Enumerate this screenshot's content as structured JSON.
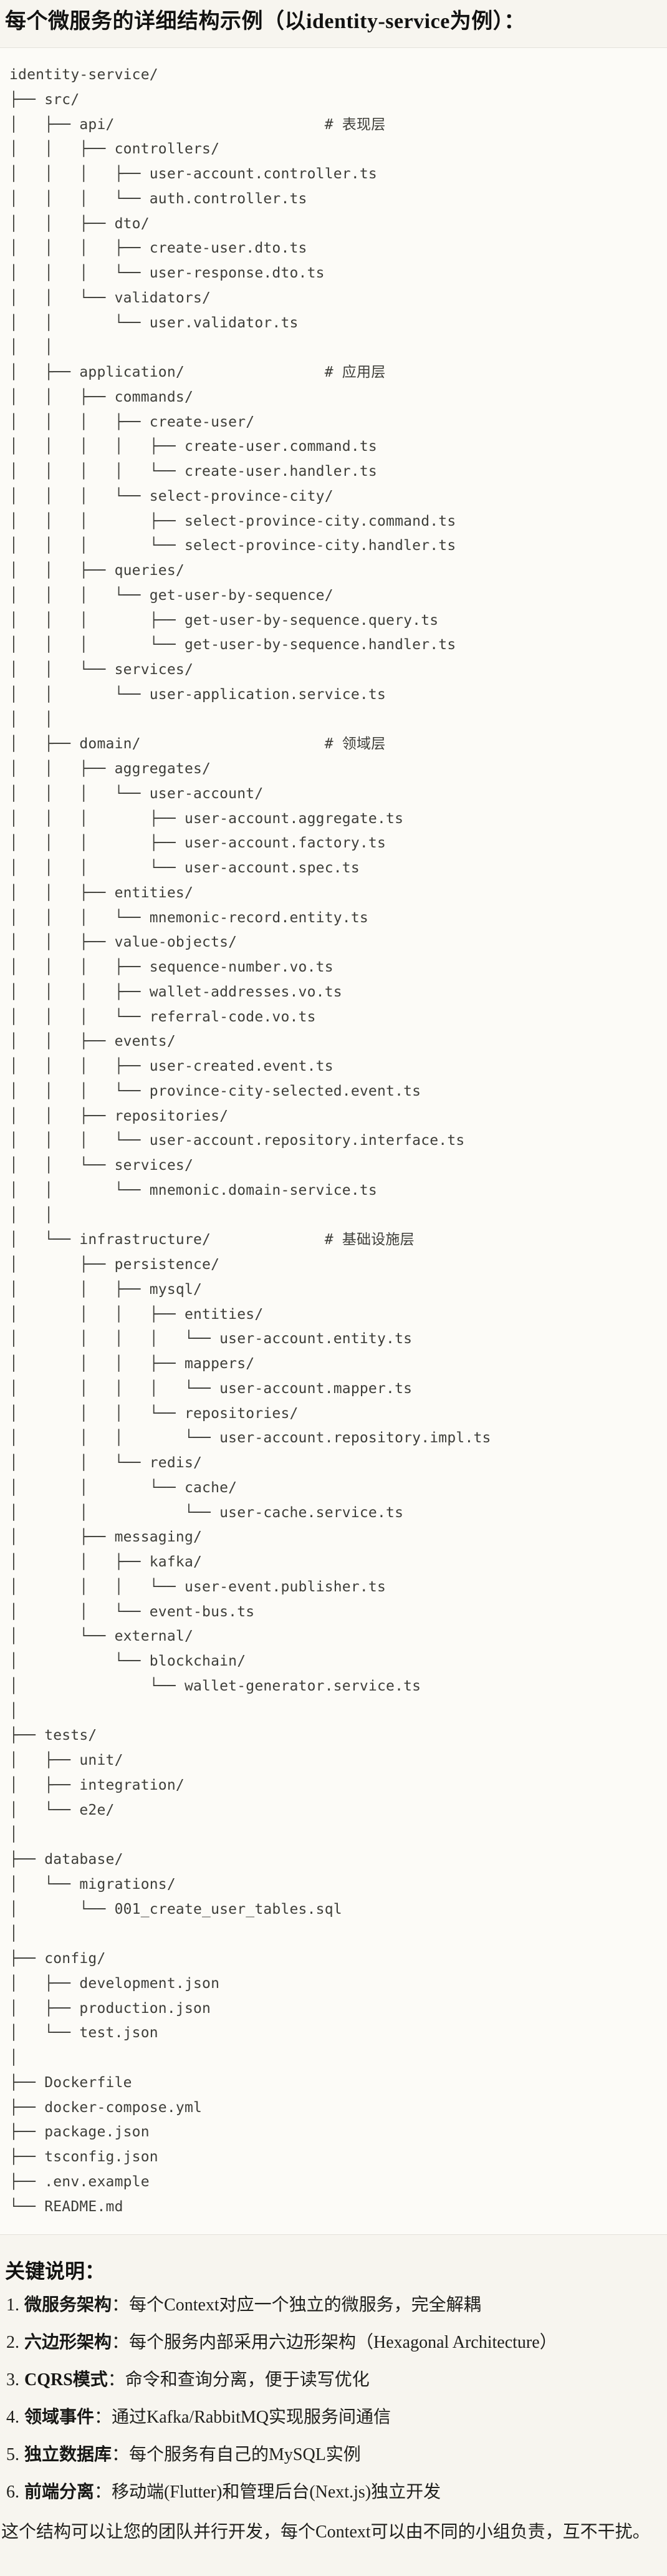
{
  "page": {
    "title": "每个微服务的详细结构示例（以identity-service为例）：",
    "background_color": "#f7f5ef",
    "code_background_color": "#fcfbf7",
    "divider_color": "#e4e2db",
    "code_text_color": "#3e3e39",
    "heading_text_color": "#121211"
  },
  "tree": {
    "root": "identity-service/",
    "layer_comments": [
      "# 表现层",
      "# 应用层",
      "# 领域层",
      "# 基础设施层"
    ],
    "lines": [
      "identity-service/",
      "├── src/",
      "│   ├── api/                        # 表现层",
      "│   │   ├── controllers/",
      "│   │   │   ├── user-account.controller.ts",
      "│   │   │   └── auth.controller.ts",
      "│   │   ├── dto/",
      "│   │   │   ├── create-user.dto.ts",
      "│   │   │   └── user-response.dto.ts",
      "│   │   └── validators/",
      "│   │       └── user.validator.ts",
      "│   │",
      "│   ├── application/                # 应用层",
      "│   │   ├── commands/",
      "│   │   │   ├── create-user/",
      "│   │   │   │   ├── create-user.command.ts",
      "│   │   │   │   └── create-user.handler.ts",
      "│   │   │   └── select-province-city/",
      "│   │   │       ├── select-province-city.command.ts",
      "│   │   │       └── select-province-city.handler.ts",
      "│   │   ├── queries/",
      "│   │   │   └── get-user-by-sequence/",
      "│   │   │       ├── get-user-by-sequence.query.ts",
      "│   │   │       └── get-user-by-sequence.handler.ts",
      "│   │   └── services/",
      "│   │       └── user-application.service.ts",
      "│   │",
      "│   ├── domain/                     # 领域层",
      "│   │   ├── aggregates/",
      "│   │   │   └── user-account/",
      "│   │   │       ├── user-account.aggregate.ts",
      "│   │   │       ├── user-account.factory.ts",
      "│   │   │       └── user-account.spec.ts",
      "│   │   ├── entities/",
      "│   │   │   └── mnemonic-record.entity.ts",
      "│   │   ├── value-objects/",
      "│   │   │   ├── sequence-number.vo.ts",
      "│   │   │   ├── wallet-addresses.vo.ts",
      "│   │   │   └── referral-code.vo.ts",
      "│   │   ├── events/",
      "│   │   │   ├── user-created.event.ts",
      "│   │   │   └── province-city-selected.event.ts",
      "│   │   ├── repositories/",
      "│   │   │   └── user-account.repository.interface.ts",
      "│   │   └── services/",
      "│   │       └── mnemonic.domain-service.ts",
      "│   │",
      "│   └── infrastructure/             # 基础设施层",
      "│       ├── persistence/",
      "│       │   ├── mysql/",
      "│       │   │   ├── entities/",
      "│       │   │   │   └── user-account.entity.ts",
      "│       │   │   ├── mappers/",
      "│       │   │   │   └── user-account.mapper.ts",
      "│       │   │   └── repositories/",
      "│       │   │       └── user-account.repository.impl.ts",
      "│       │   └── redis/",
      "│       │       └── cache/",
      "│       │           └── user-cache.service.ts",
      "│       ├── messaging/",
      "│       │   ├── kafka/",
      "│       │   │   └── user-event.publisher.ts",
      "│       │   └── event-bus.ts",
      "│       └── external/",
      "│           └── blockchain/",
      "│               └── wallet-generator.service.ts",
      "│",
      "├── tests/",
      "│   ├── unit/",
      "│   ├── integration/",
      "│   └── e2e/",
      "│",
      "├── database/",
      "│   └── migrations/",
      "│       └── 001_create_user_tables.sql",
      "│",
      "├── config/",
      "│   ├── development.json",
      "│   ├── production.json",
      "│   └── test.json",
      "│",
      "├── Dockerfile",
      "├── docker-compose.yml",
      "├── package.json",
      "├── tsconfig.json",
      "├── .env.example",
      "└── README.md"
    ]
  },
  "notes": {
    "heading": "关键说明：",
    "items": [
      {
        "num": "1.",
        "label": "微服务架构",
        "text": "：每个Context对应一个独立的微服务，完全解耦"
      },
      {
        "num": "2.",
        "label": "六边形架构",
        "text": "：每个服务内部采用六边形架构（Hexagonal Architecture）"
      },
      {
        "num": "3.",
        "label": "CQRS模式",
        "text": "：命令和查询分离，便于读写优化"
      },
      {
        "num": "4.",
        "label": "领域事件",
        "text": "：通过Kafka/RabbitMQ实现服务间通信"
      },
      {
        "num": "5.",
        "label": "独立数据库",
        "text": "：每个服务有自己的MySQL实例"
      },
      {
        "num": "6.",
        "label": "前端分离",
        "text": "：移动端(Flutter)和管理后台(Next.js)独立开发"
      }
    ],
    "footer": "这个结构可以让您的团队并行开发，每个Context可以由不同的小组负责，互不干扰。"
  }
}
